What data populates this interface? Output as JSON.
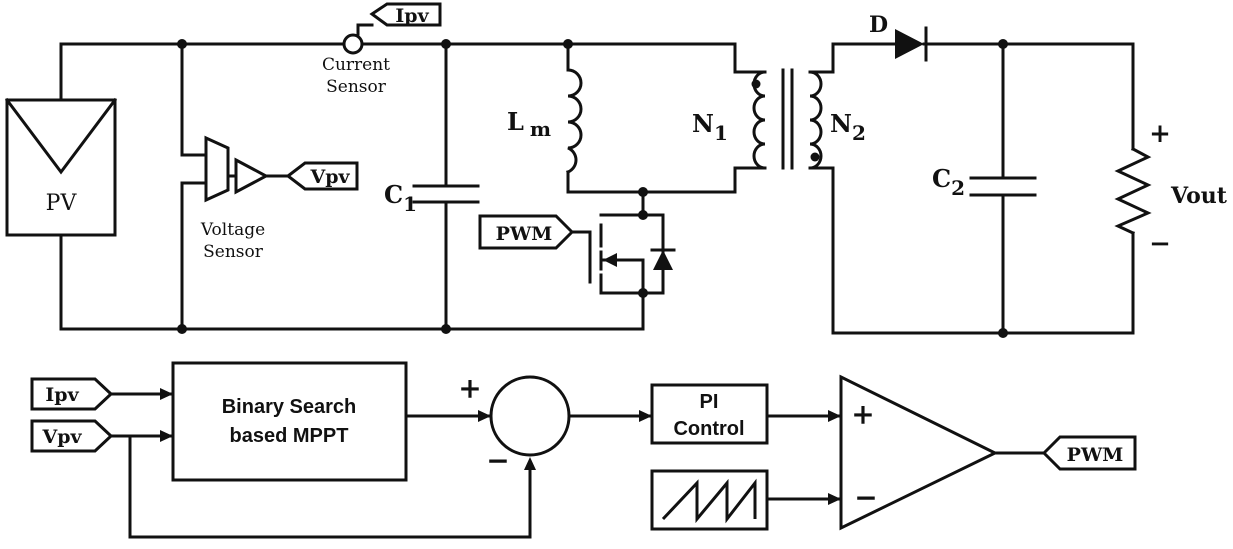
{
  "colors": {
    "ink": "#111111",
    "background": "#ffffff"
  },
  "labels": {
    "pv": "PV",
    "current_sensor_line1": "Current",
    "current_sensor_line2": "Sensor",
    "voltage_sensor_line1": "Voltage",
    "voltage_sensor_line2": "Sensor",
    "ipv_tag": "Ipv",
    "vpv_tag": "Vpv",
    "c1_main": "C",
    "c1_sub": "1",
    "lm_main": "L",
    "lm_sub": "m",
    "n1_main": "N",
    "n1_sub": "1",
    "n2_main": "N",
    "n2_sub": "2",
    "diode": "D",
    "c2_main": "C",
    "c2_sub": "2",
    "vout": "Vout",
    "plus": "+",
    "minus": "−",
    "pwm_gate": "PWM"
  },
  "control": {
    "ipv_input": "Ipv",
    "vpv_input": "Vpv",
    "mppt_line1": "Binary Search",
    "mppt_line2": "based MPPT",
    "sum_plus": "+",
    "sum_minus": "−",
    "pi_line1": "PI",
    "pi_line2": "Control",
    "comp_plus": "+",
    "comp_minus": "−",
    "pwm_output": "PWM"
  }
}
